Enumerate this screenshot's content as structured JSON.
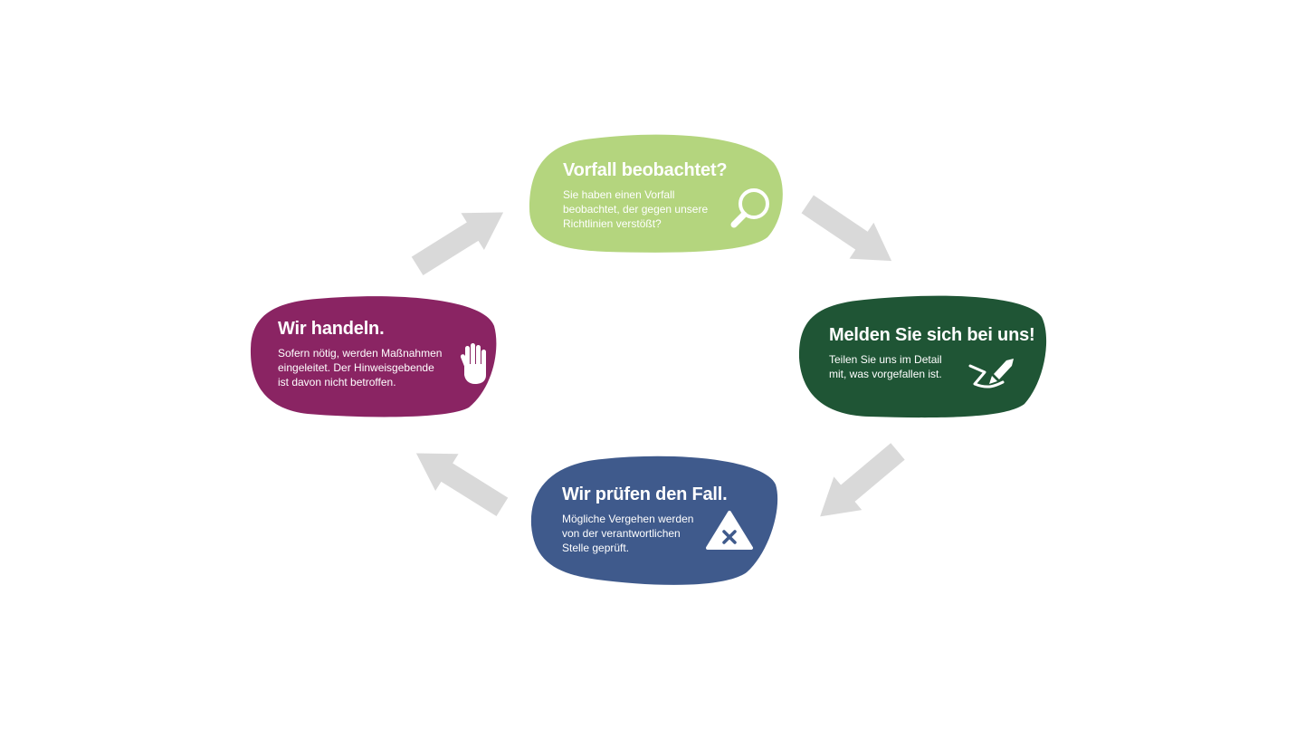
{
  "steps": [
    {
      "title": "Vorfall beobachtet?",
      "text": "Sie haben einen Vorfall\nbeobachtet, der gegen unsere\nRichtlinien verstößt?",
      "color": "#b4d57e",
      "icon": "magnifier-icon"
    },
    {
      "title": "Melden Sie sich bei uns!",
      "text": "Teilen Sie uns  im Detail\nmit, was vorgefallen ist.",
      "color": "#1f5535",
      "icon": "pen-signature-icon"
    },
    {
      "title": "Wir prüfen den Fall.",
      "text": "Mögliche Vergehen werden\nvon der verantwortlichen\nStelle geprüft.",
      "color": "#3f5a8c",
      "icon": "warning-x-icon"
    },
    {
      "title": "Wir handeln.",
      "text": "Sofern nötig, werden Maßnahmen\neingeleitet. Der Hinweisgebende\nist davon nicht betroffen.",
      "color": "#8a2463",
      "icon": "hand-icon"
    }
  ],
  "arrow_color": "#d9d9d9"
}
